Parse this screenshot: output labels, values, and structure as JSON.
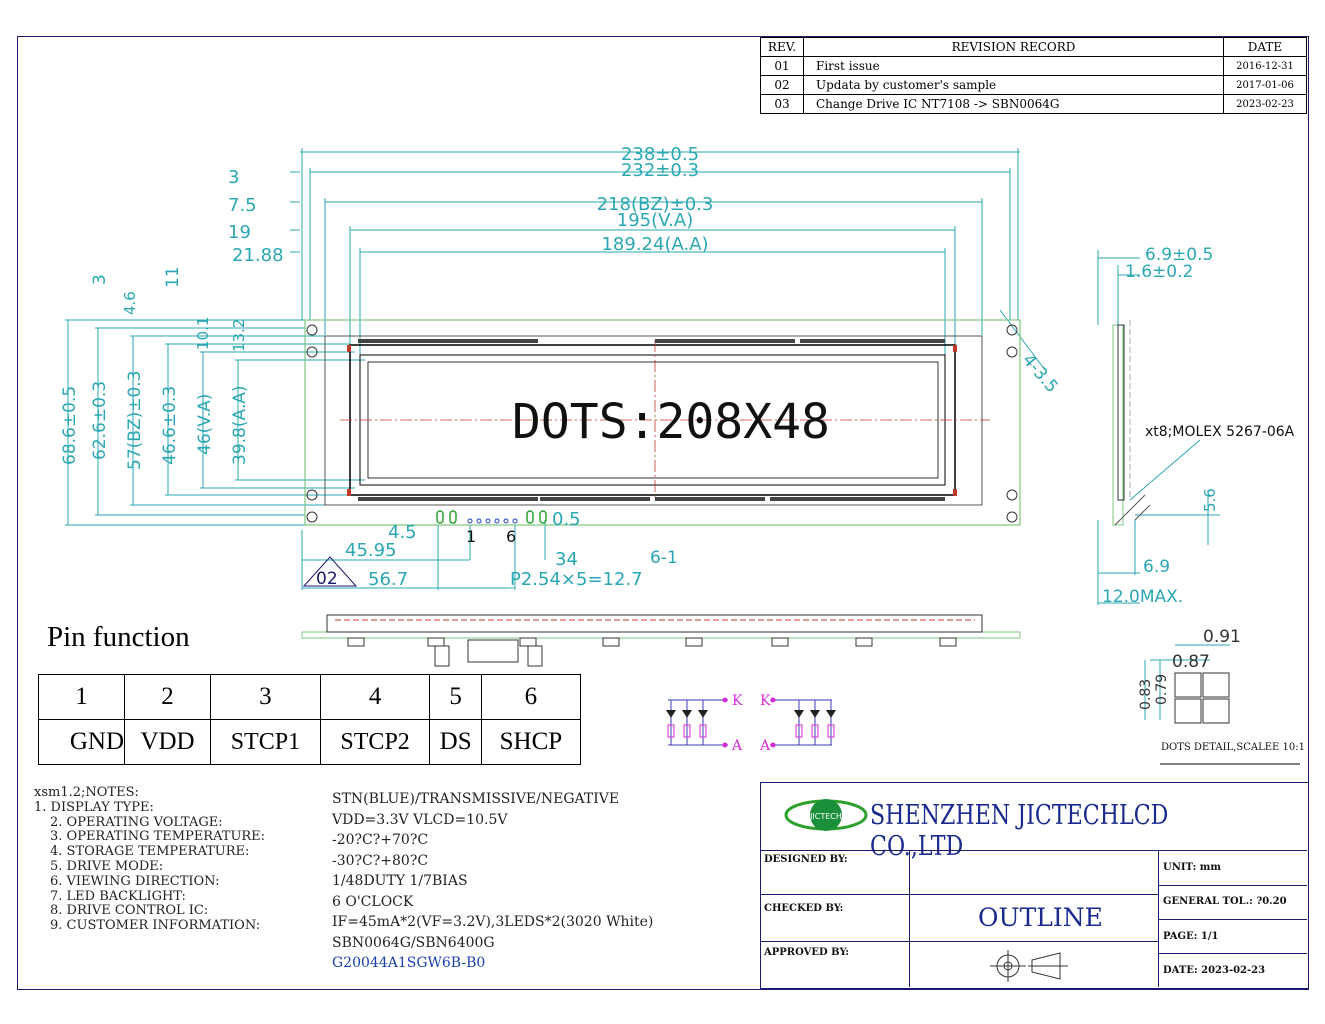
{
  "revision": {
    "headers": [
      "REV.",
      "REVISION RECORD",
      "DATE"
    ],
    "rows": [
      {
        "rev": "01",
        "desc": "First issue",
        "date": "2016-12-31"
      },
      {
        "rev": "02",
        "desc": "Updata by customer's sample",
        "date": "2017-01-06"
      },
      {
        "rev": "03",
        "desc": "Change Drive IC NT7108 -> SBN0064G",
        "date": "2023-02-23"
      }
    ]
  },
  "drawing": {
    "front_dims": {
      "d1": "238±0.5",
      "d2": "232±0.3",
      "d3": "218(BZ)±0.3",
      "d4": "195(V.A)",
      "d5": "189.24(A.A)",
      "l1": "3",
      "l2": "7.5",
      "l3": "19",
      "l4": "21.88",
      "v1": "68.6±0.5",
      "v2": "62.6±0.3",
      "v3": "57(BZ)±0.3",
      "v4": "46.6±0.3",
      "v5": "46(V.A)",
      "v6": "39.8(A.A)",
      "t1": "3",
      "t2": "4.6",
      "t3": "11",
      "t4": "10.1",
      "t5": "13.2",
      "hole": "4-3.5",
      "b1": "4.5",
      "b2": "45.95",
      "b3": "56.7",
      "b4": "34",
      "b5": "P2.54×5=12.7",
      "b6": "6-1",
      "b7": "0.5",
      "pin1": "1",
      "pin6": "6",
      "rev_tag": "02"
    },
    "dots_label": "DOTS:208X48",
    "side_dims": {
      "s1": "6.9±0.5",
      "s2": "1.6±0.2",
      "s3": "5.6",
      "s4": "6.9",
      "s5": "12.0MAX.",
      "connector": "xt8;MOLEX 5267-06A"
    },
    "dots_detail": {
      "d1": "0.91",
      "d2": "0.87",
      "d3": "0.83",
      "d4": "0.79",
      "caption": "DOTS DETAIL,SCALEE 10:1"
    },
    "led": {
      "k": "K",
      "a": "A"
    }
  },
  "pin_function": {
    "title": "Pin function",
    "numbers": [
      "1",
      "2",
      "3",
      "4",
      "5",
      "6"
    ],
    "names": [
      "GND",
      "VDD",
      "STCP1",
      "STCP2",
      "DS",
      "SHCP"
    ]
  },
  "notes": {
    "heading": "xsm1.2;NOTES:",
    "labels": [
      "1. DISPLAY TYPE:",
      "2. OPERATING VOLTAGE:",
      "3. OPERATING TEMPERATURE:",
      "4. STORAGE TEMPERATURE:",
      "5. DRIVE MODE:",
      "6. VIEWING DIRECTION:",
      "7. LED BACKLIGHT:",
      "8. DRIVE CONTROL IC:",
      "9. CUSTOMER INFORMATION:"
    ],
    "values": [
      "STN(BLUE)/TRANSMISSIVE/NEGATIVE",
      "VDD=3.3V VLCD=10.5V",
      "-20?C?+70?C",
      "-30?C?+80?C",
      "1/48DUTY 1/7BIAS",
      "6 O'CLOCK",
      "IF=45mA*2(VF=3.2V),3LEDS*2(3020 White)",
      "SBN0064G/SBN6400G",
      "G20044A1SGW6B-B0"
    ]
  },
  "title_block": {
    "company": "SHENZHEN JICTECHLCD CO.,LTD",
    "logo_text": "JICTECH",
    "designed_by": "DESIGNED BY:",
    "checked_by": "CHECKED BY:",
    "approved_by": "APPROVED BY:",
    "drawing_title": "OUTLINE",
    "unit": "UNIT: mm",
    "tolerance": "GENERAL TOL.: ?0.20",
    "page": "PAGE: 1/1",
    "date": "DATE: 2023-02-23"
  },
  "colors": {
    "dimension": "#2aa7b3",
    "outline": "#000000",
    "pcb": "#7cc77c",
    "centerline": "#c0392b",
    "led_label": "#d62bd6",
    "frame": "#1a1a6e"
  }
}
